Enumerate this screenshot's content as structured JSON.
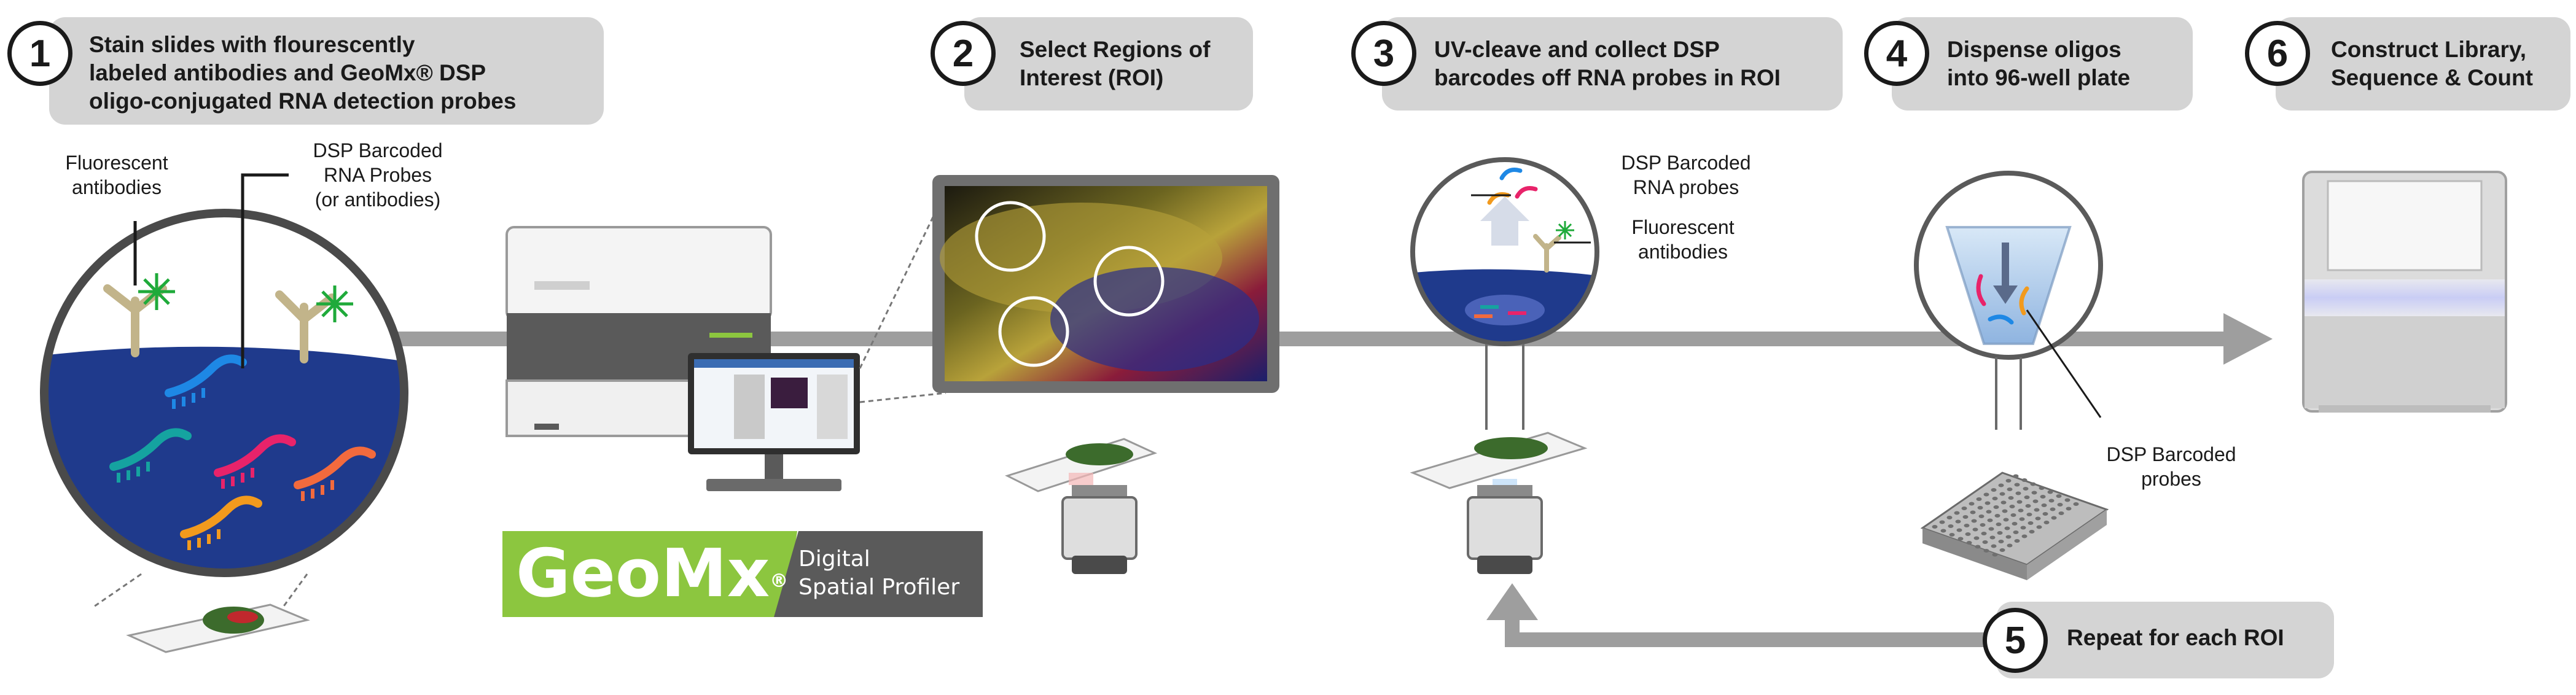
{
  "steps": [
    {
      "num": "1",
      "lines": [
        "Stain slides with flourescently",
        "labeled antibodies and GeoMx® DSP",
        "oligo-conjugated RNA detection probes"
      ]
    },
    {
      "num": "2",
      "lines": [
        "Select Regions of",
        "Interest (ROI)"
      ]
    },
    {
      "num": "3",
      "lines": [
        "UV-cleave and collect DSP",
        "barcodes off RNA probes in ROI"
      ]
    },
    {
      "num": "4",
      "lines": [
        "Dispense oligos",
        "into 96-well plate"
      ]
    },
    {
      "num": "5",
      "lines": [
        "Repeat for each ROI"
      ]
    },
    {
      "num": "6",
      "lines": [
        "Construct Library,",
        "Sequence & Count"
      ]
    }
  ],
  "labels": {
    "fluorescent_antibodies_1": [
      "Fluorescent",
      "antibodies"
    ],
    "dsp_probes_1": [
      "DSP Barcoded",
      "RNA Probes",
      "(or antibodies)"
    ],
    "dsp_probes_3": [
      "DSP Barcoded",
      "RNA probes"
    ],
    "fluorescent_antibodies_3": [
      "Fluorescent",
      "antibodies"
    ],
    "dsp_probes_4": [
      "DSP Barcoded",
      "probes"
    ]
  },
  "logo": {
    "brand": "GeoMx",
    "mark": "®",
    "line1": "Digital",
    "line2": "Spatial Profiler"
  },
  "colors": {
    "step_box": "#d4d4d4",
    "flow_arrow": "#9e9e9e",
    "liquid": "#1f3a8c",
    "logo_green": "#8cc63f",
    "logo_gray": "#5a5a5a",
    "antibody": "#c2b48a",
    "fluor_star": "#1faa3a"
  },
  "icons": [
    "antibody-icon",
    "fluorescent-star-icon",
    "rna-probe-icon",
    "slide-icon",
    "instrument-icon",
    "monitor-icon",
    "microscope-objective-icon",
    "tube-icon",
    "well-plate-icon",
    "sequencer-icon",
    "arrow-icon"
  ]
}
